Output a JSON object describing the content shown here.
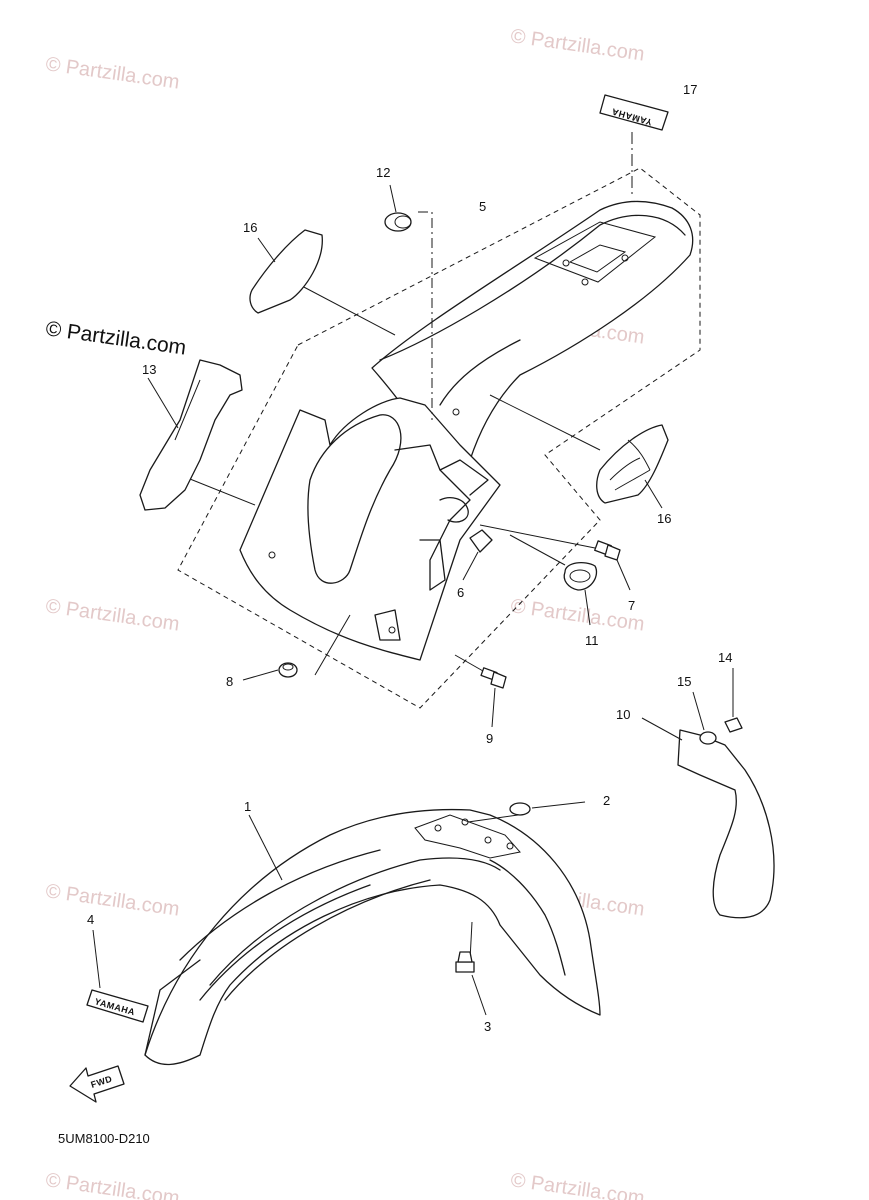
{
  "watermark": {
    "faint_text": "© Partzilla.com",
    "bold_text": "© Partzilla.com"
  },
  "diagram_code": "5UM8100-D210",
  "decal_brand": "YAMAHA",
  "fwd_label": "FWD",
  "callouts": {
    "c1": "1",
    "c2": "2",
    "c3": "3",
    "c4": "4",
    "c5": "5",
    "c6": "6",
    "c7": "7",
    "c8": "8",
    "c9": "9",
    "c10": "10",
    "c11": "11",
    "c12": "12",
    "c13": "13",
    "c14": "14",
    "c15": "15",
    "c16a": "16",
    "c16b": "16",
    "c17": "17"
  },
  "colors": {
    "line": "#1a1a1a",
    "watermark": "#e3c9c9",
    "background": "#ffffff"
  }
}
